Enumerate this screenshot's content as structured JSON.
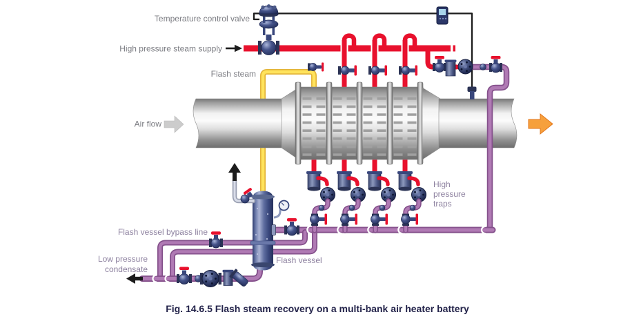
{
  "diagram": {
    "caption": "Fig. 14.6.5 Flash steam recovery on a multi-bank air heater battery",
    "labels": {
      "temperature_control_valve": "Temperature control valve",
      "high_pressure_steam_supply": "High pressure steam supply",
      "flash_steam": "Flash steam",
      "air_flow": "Air flow",
      "high_pressure_traps_line1": "High",
      "high_pressure_traps_line2": "pressure",
      "high_pressure_traps_line3": "traps",
      "flash_vessel_bypass_line": "Flash vessel bypass line",
      "low_pressure_condensate_line1": "Low pressure",
      "low_pressure_condensate_line2": "condensate",
      "flash_vessel": "Flash vessel"
    },
    "colors": {
      "steam_red": "#e8112d",
      "condensate_purple": "#b07ab4",
      "condensate_purple_dark": "#84508b",
      "flash_steam_yellow": "#ffe35c",
      "air_out_orange": "#f6a03c",
      "label_grey": "#7b7c82",
      "label_purple": "#8d819f",
      "caption_navy": "#23234a",
      "equipment_navy": "#2b3355"
    }
  }
}
